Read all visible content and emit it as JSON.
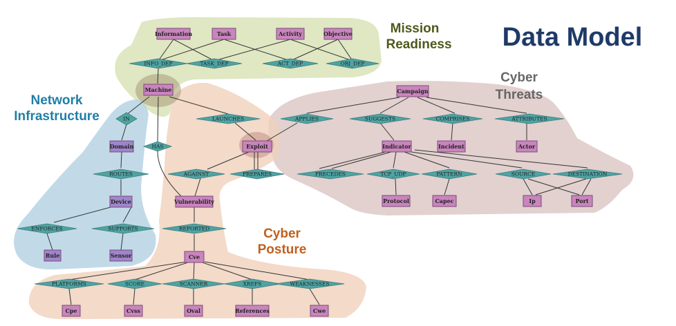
{
  "title": {
    "text": "Data Model",
    "color": "#1f3a68"
  },
  "zones": {
    "mission": {
      "lines": [
        "Mission",
        "Readiness"
      ],
      "label_color": "#4d5a1c",
      "fill": "#d9e3b8"
    },
    "network": {
      "lines": [
        "Network",
        "Infrastructure"
      ],
      "label_color": "#1f7fa6",
      "fill": "#b7d3e3"
    },
    "threats": {
      "lines": [
        "Cyber",
        "Threats"
      ],
      "label_color": "#666666",
      "fill": "#ddc9c7"
    },
    "posture": {
      "lines": [
        "Cyber",
        "Posture"
      ],
      "label_color": "#c0601d",
      "fill": "#f0d1bb"
    }
  },
  "colors": {
    "entity_pink": "#c985bd",
    "entity_purple": "#9f85cc",
    "relationship": "#4fa3a3"
  },
  "entities": {
    "information": "Information",
    "task": "Task",
    "activity": "Activity",
    "objective": "Objective",
    "machine": "Machine",
    "domain": "Domain",
    "device": "Device",
    "rule": "Rule",
    "sensor": "Sensor",
    "vulnerability": "Vulnerability",
    "cve": "Cve",
    "cpe": "Cpe",
    "cvss": "Cvss",
    "oval": "Oval",
    "references": "References",
    "cwe": "Cwe",
    "exploit": "Exploit",
    "campaign": "Campaign",
    "indicator": "Indicator",
    "incident": "Incident",
    "actor": "Actor",
    "protocol": "Protocol",
    "capec": "Capec",
    "ip": "Ip",
    "port": "Port"
  },
  "relationships": {
    "info_dep": "INFO_DEP",
    "task_dep": "TASK_DEP",
    "act_dep": "ACT_DEP",
    "obj_dep": "OBJ_DEP",
    "in": "IN",
    "has": "HAS",
    "launches": "LAUNCHES",
    "routes": "ROUTES",
    "enforces": "ENFORCES",
    "supports": "SUPPORTS",
    "against": "AGAINST",
    "prepares": "PREPARES",
    "reported": "REPORTED",
    "platforms": "PLATFORMS",
    "score": "SCORE",
    "scanner": "SCANNER",
    "xrefs": "XREFS",
    "weaknesses": "WEAKNESSES",
    "applies": "APPLIES",
    "suggests": "SUGGESTS",
    "comprises": "COMPRISES",
    "attributes": "ATTRIBUTES",
    "precedes": "PRECEDES",
    "tcp_udp": "TCP_UDP",
    "pattern": "PATTERN",
    "source": "SOURCE",
    "destination": "DESTINATION"
  }
}
